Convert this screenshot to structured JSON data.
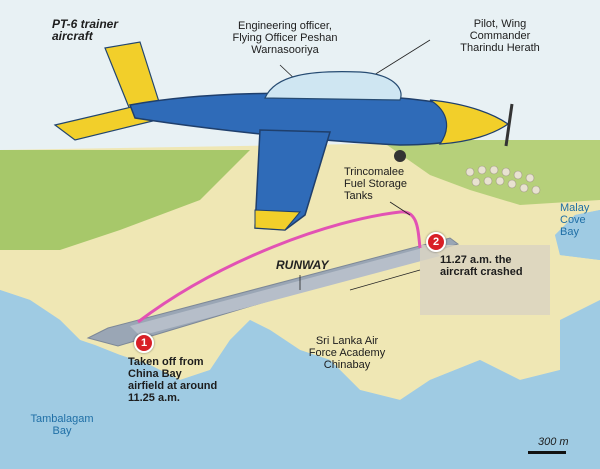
{
  "aircraft": {
    "type_label": "PT-6 trainer\naircraft",
    "colors": {
      "fuselage": "#2f6bb8",
      "wing_yellow": "#f2cf2a",
      "canopy": "#cfe6f2"
    },
    "engineer_label": "Engineering officer,\nFlying Officer Peshan\nWarnasooriya",
    "pilot_label": "Pilot, Wing\nCommander\nTharindu Herath"
  },
  "map": {
    "places": {
      "fuel_tanks": "Trincomalee\nFuel Storage\nTanks",
      "runway": "RUNWAY",
      "academy": "Sri Lanka Air\nForce Academy\nChinabay",
      "malay_bay": "Malay\nCove Bay",
      "tambalagam_bay": "Tambalagam\nBay"
    },
    "events": [
      {
        "number": "1",
        "text": "Taken off from\nChina Bay\nairfield at around\n11.25 a.m."
      },
      {
        "number": "2",
        "text": "11.27 a.m. the\naircraft crashed"
      }
    ],
    "scale_label": "300 m",
    "colors": {
      "water": "#9fcbe3",
      "land": "#efe7b4",
      "green": "#a7c86a",
      "runway": "#9aa6b5",
      "flight_path": "#e252b4"
    }
  }
}
